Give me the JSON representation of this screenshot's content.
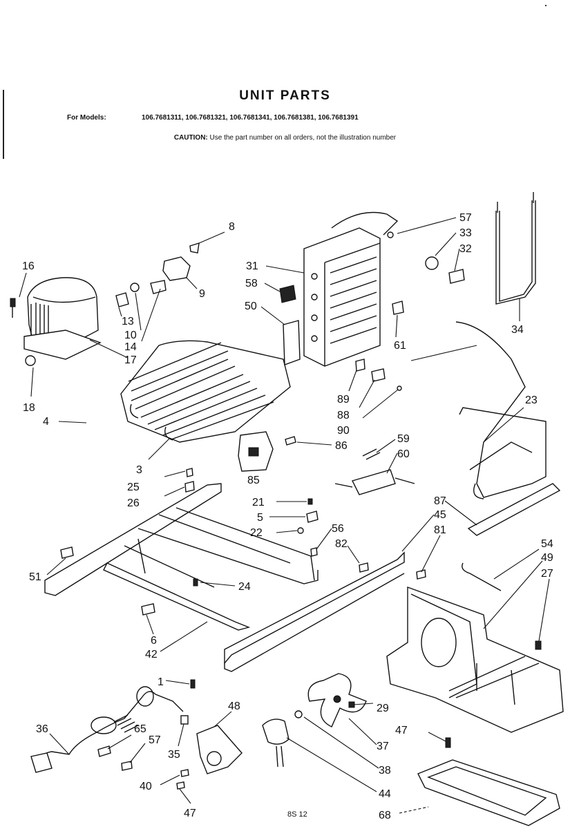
{
  "header": {
    "title": "UNIT PARTS",
    "models_label": "For Models:",
    "models": "106.7681311, 106.7681321, 106.7681341, 106.7681381, 106.7681391",
    "caution_label": "CAUTION:",
    "caution_text": "Use the part number on all orders, not the illustration number"
  },
  "page_code": "8S 12",
  "callouts": [
    {
      "id": "c8",
      "label": "8"
    },
    {
      "id": "c57a",
      "label": "57"
    },
    {
      "id": "c33",
      "label": "33"
    },
    {
      "id": "c32",
      "label": "32"
    },
    {
      "id": "c16",
      "label": "16"
    },
    {
      "id": "c31",
      "label": "31"
    },
    {
      "id": "c9",
      "label": "9"
    },
    {
      "id": "c58",
      "label": "58"
    },
    {
      "id": "c13",
      "label": "13"
    },
    {
      "id": "c50",
      "label": "50"
    },
    {
      "id": "c10",
      "label": "10"
    },
    {
      "id": "c14",
      "label": "14"
    },
    {
      "id": "c17",
      "label": "17"
    },
    {
      "id": "c34",
      "label": "34"
    },
    {
      "id": "c61",
      "label": "61"
    },
    {
      "id": "c18",
      "label": "18"
    },
    {
      "id": "c89",
      "label": "89"
    },
    {
      "id": "c23",
      "label": "23"
    },
    {
      "id": "c88",
      "label": "88"
    },
    {
      "id": "c4",
      "label": "4"
    },
    {
      "id": "c90",
      "label": "90"
    },
    {
      "id": "c59",
      "label": "59"
    },
    {
      "id": "c86",
      "label": "86"
    },
    {
      "id": "c60",
      "label": "60"
    },
    {
      "id": "c3",
      "label": "3"
    },
    {
      "id": "c85",
      "label": "85"
    },
    {
      "id": "c25",
      "label": "25"
    },
    {
      "id": "c26",
      "label": "26"
    },
    {
      "id": "c87",
      "label": "87"
    },
    {
      "id": "c21",
      "label": "21"
    },
    {
      "id": "c45",
      "label": "45"
    },
    {
      "id": "c5",
      "label": "5"
    },
    {
      "id": "c81",
      "label": "81"
    },
    {
      "id": "c56",
      "label": "56"
    },
    {
      "id": "c22",
      "label": "22"
    },
    {
      "id": "c82",
      "label": "82"
    },
    {
      "id": "c54",
      "label": "54"
    },
    {
      "id": "c49",
      "label": "49"
    },
    {
      "id": "c51",
      "label": "51"
    },
    {
      "id": "c27",
      "label": "27"
    },
    {
      "id": "c24",
      "label": "24"
    },
    {
      "id": "c6",
      "label": "6"
    },
    {
      "id": "c42",
      "label": "42"
    },
    {
      "id": "c1",
      "label": "1"
    },
    {
      "id": "c29",
      "label": "29"
    },
    {
      "id": "c48",
      "label": "48"
    },
    {
      "id": "c36",
      "label": "36"
    },
    {
      "id": "c65",
      "label": "65"
    },
    {
      "id": "c57b",
      "label": "57"
    },
    {
      "id": "c47a",
      "label": "47"
    },
    {
      "id": "c35",
      "label": "35"
    },
    {
      "id": "c37",
      "label": "37"
    },
    {
      "id": "c38",
      "label": "38"
    },
    {
      "id": "c40",
      "label": "40"
    },
    {
      "id": "c44",
      "label": "44"
    },
    {
      "id": "c47b",
      "label": "47"
    },
    {
      "id": "c68",
      "label": "68"
    }
  ]
}
